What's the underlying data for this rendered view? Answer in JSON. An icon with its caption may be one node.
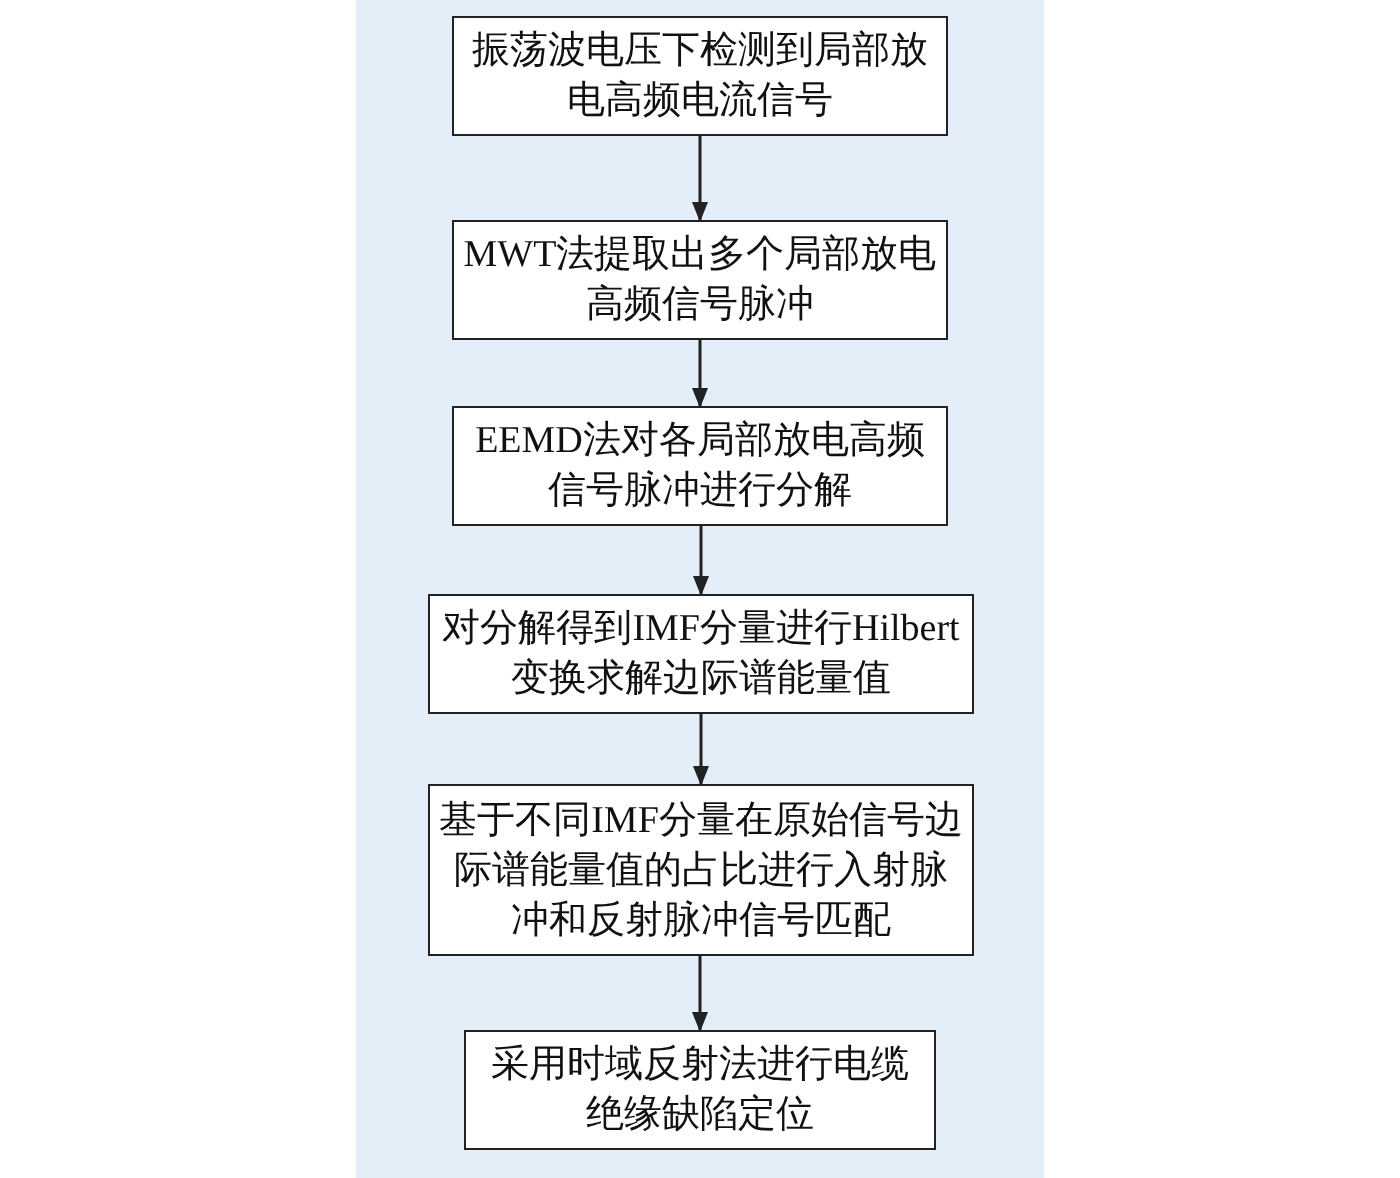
{
  "diagram": {
    "nodes": [
      {
        "text": [
          "振荡波电压下检测到局部放电高频电流信号"
        ]
      },
      {
        "text": [
          "MWT法提取出多个局部放电高频信号脉冲"
        ]
      },
      {
        "text": [
          "EEMD法对各局部放电高频信号脉冲进行分解"
        ]
      },
      {
        "text": [
          "对分解得到IMF分量进行Hilbert变换求解边际谱能量值"
        ]
      },
      {
        "text": [
          "基于不同IMF分量在原始信号边际谱能量值的占比进行入射脉冲和反射脉冲信号匹配"
        ]
      },
      {
        "text": [
          "采用时域反射法进行电缆绝缘缺陷定位"
        ]
      }
    ],
    "edges": [
      {
        "from": 0,
        "to": 1,
        "arrow": "to"
      },
      {
        "from": 1,
        "to": 2,
        "arrow": "to"
      },
      {
        "from": 2,
        "to": 3,
        "arrow": "to"
      },
      {
        "from": 3,
        "to": 4,
        "arrow": "to"
      },
      {
        "from": 4,
        "to": 5,
        "arrow": "to"
      }
    ]
  }
}
